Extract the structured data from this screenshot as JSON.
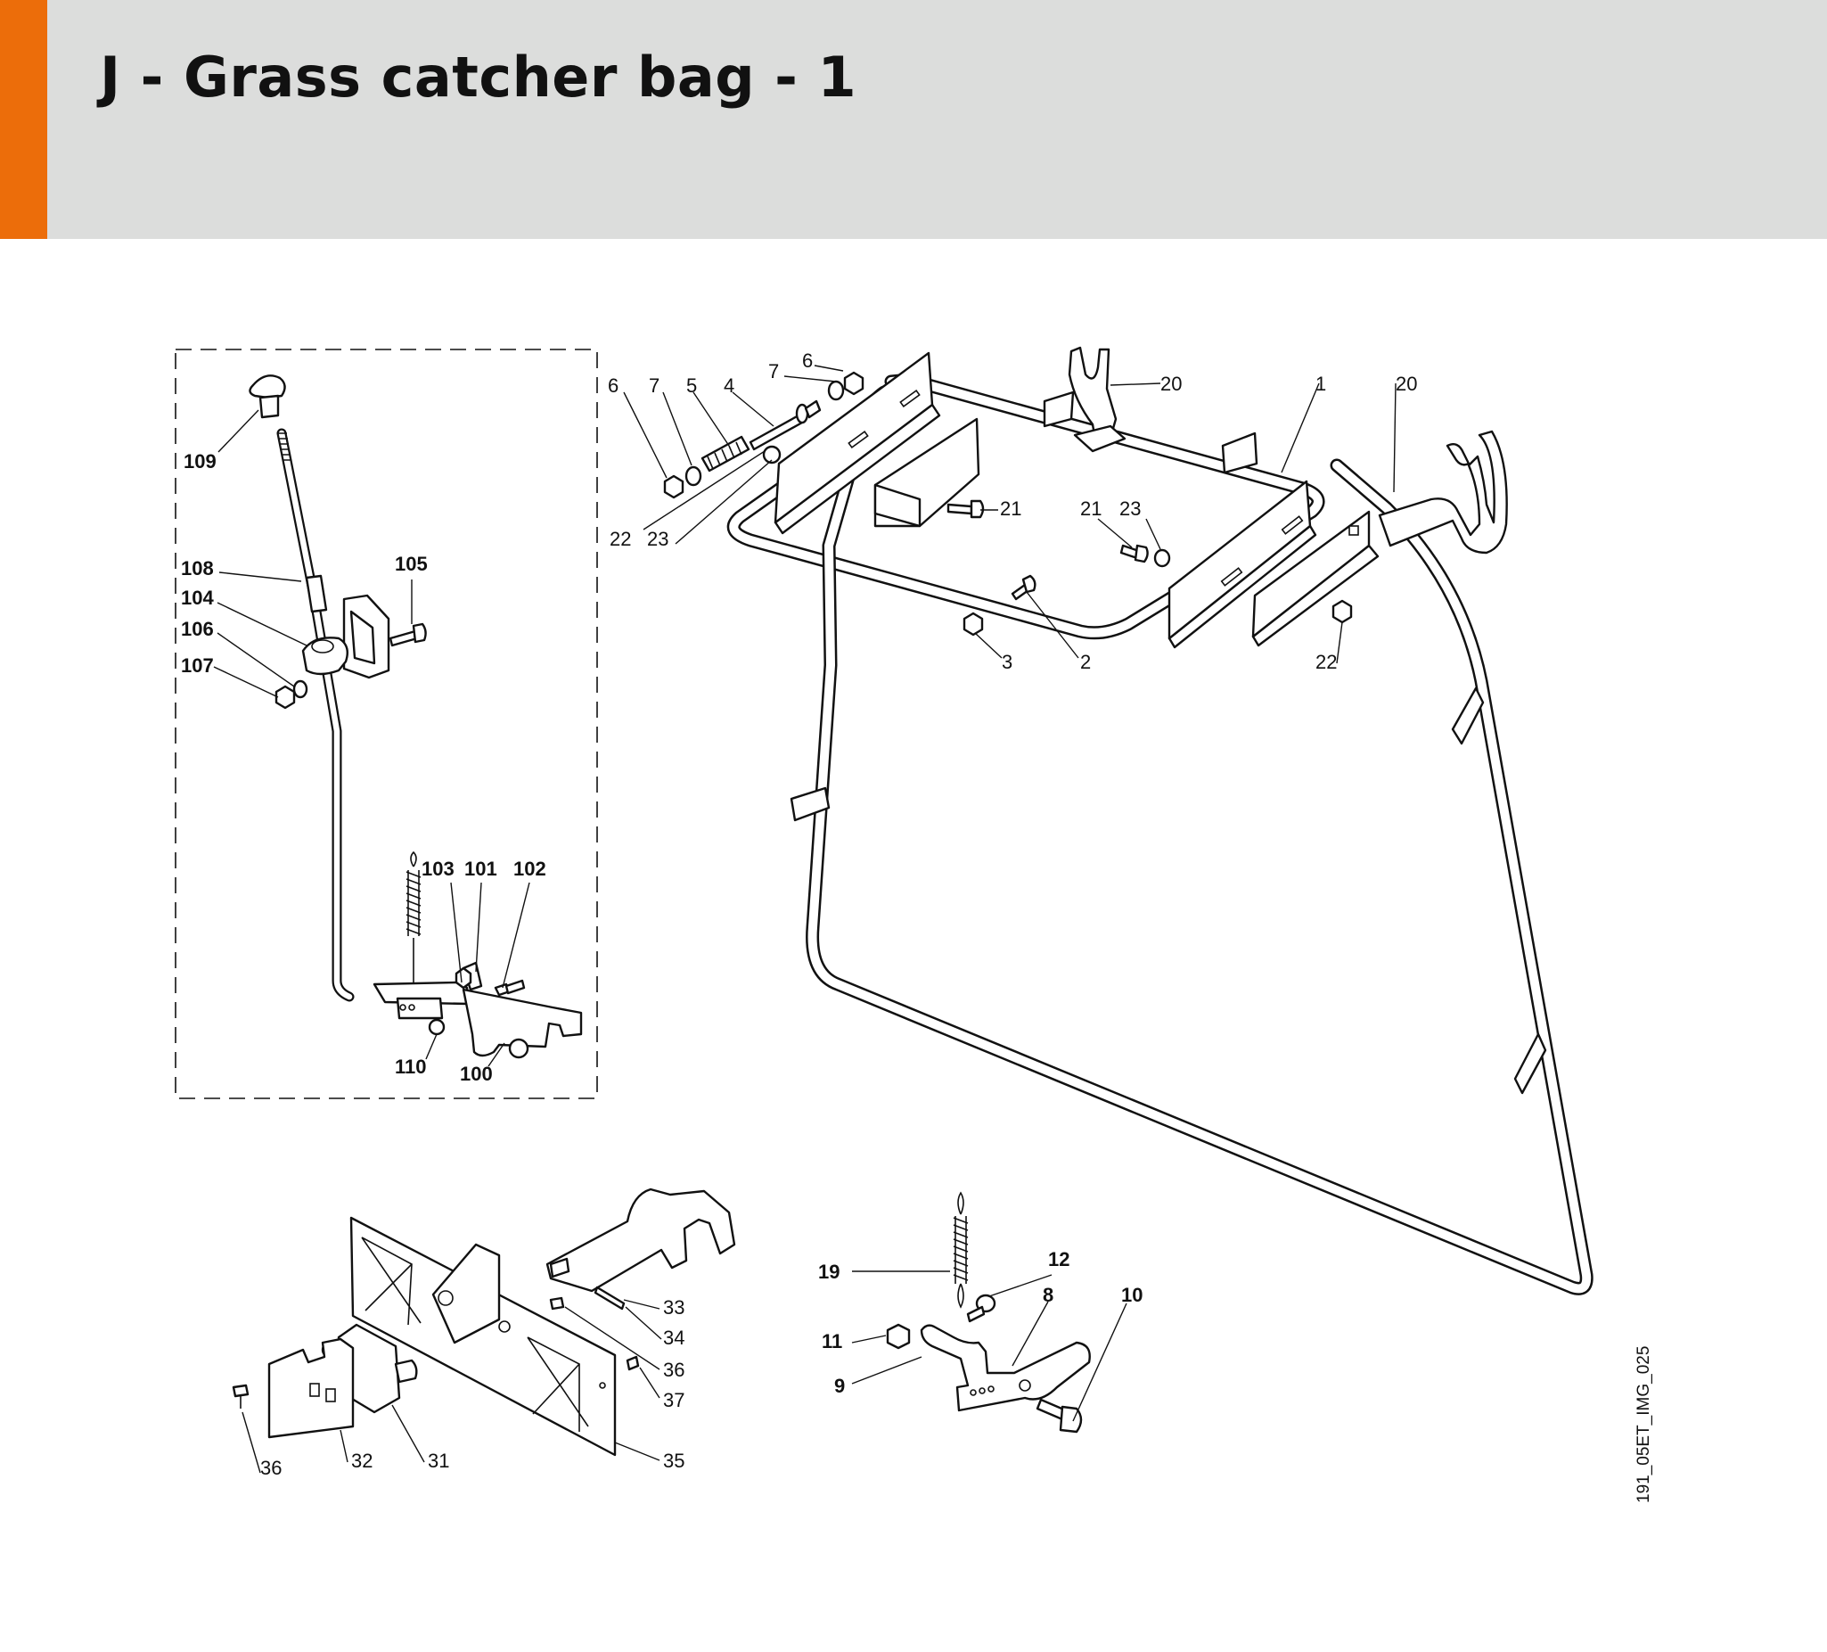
{
  "header": {
    "title": "J - Grass catcher bag - 1",
    "accent_color": "#ec6d0a",
    "background_color": "#dcdddc"
  },
  "image_code": "191_05ET_IMG_025",
  "callouts": {
    "c109": "109",
    "c108": "108",
    "c104": "104",
    "c106": "106",
    "c107": "107",
    "c105": "105",
    "c103": "103",
    "c101": "101",
    "c102": "102",
    "c110": "110",
    "c100": "100",
    "c6a": "6",
    "c7a": "7",
    "c5": "5",
    "c4": "4",
    "c7b": "7",
    "c6b": "6",
    "c20a": "20",
    "c1": "1",
    "c20b": "20",
    "c22a": "22",
    "c23a": "23",
    "c21a": "21",
    "c21b": "21",
    "c23b": "23",
    "c3": "3",
    "c2": "2",
    "c22b": "22",
    "c33": "33",
    "c34": "34",
    "c36a": "36",
    "c37": "37",
    "c35": "35",
    "c36b": "36",
    "c32": "32",
    "c31": "31",
    "c19": "19",
    "c12": "12",
    "c8": "8",
    "c10": "10",
    "c11": "11",
    "c9": "9"
  },
  "icons": [
    "knob",
    "rod",
    "spring",
    "bolt",
    "nut",
    "washer",
    "bracket",
    "frame-tube",
    "hook",
    "plate",
    "lever"
  ]
}
